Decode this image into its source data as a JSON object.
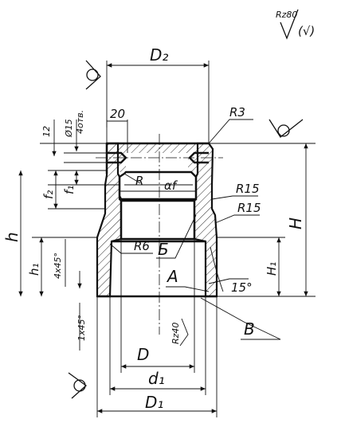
{
  "roughness_top": "Rz80",
  "roughness_check": "(√)",
  "labels": {
    "D2": "D₂",
    "R3": "R3",
    "dim20": "20",
    "dim12": "12",
    "hole": "Ø15",
    "holes_count": "4отв.",
    "f2": "f₂",
    "f1": "f₁",
    "R": "R",
    "af": "αf",
    "R15a": "R15",
    "R15b": "R15",
    "h": "h",
    "H": "H",
    "R6": "R6",
    "B_cyr": "Б",
    "h1": "h₁",
    "chamfer1": "4x45°",
    "H1": "H₁",
    "A": "A",
    "deg15": "15°",
    "chamfer2": "1x45°",
    "Rz40": "Rz40",
    "V": "В",
    "D": "D",
    "d1": "d₁",
    "D1": "D₁"
  },
  "colors": {
    "ink": "#111111",
    "paper": "#ffffff"
  }
}
